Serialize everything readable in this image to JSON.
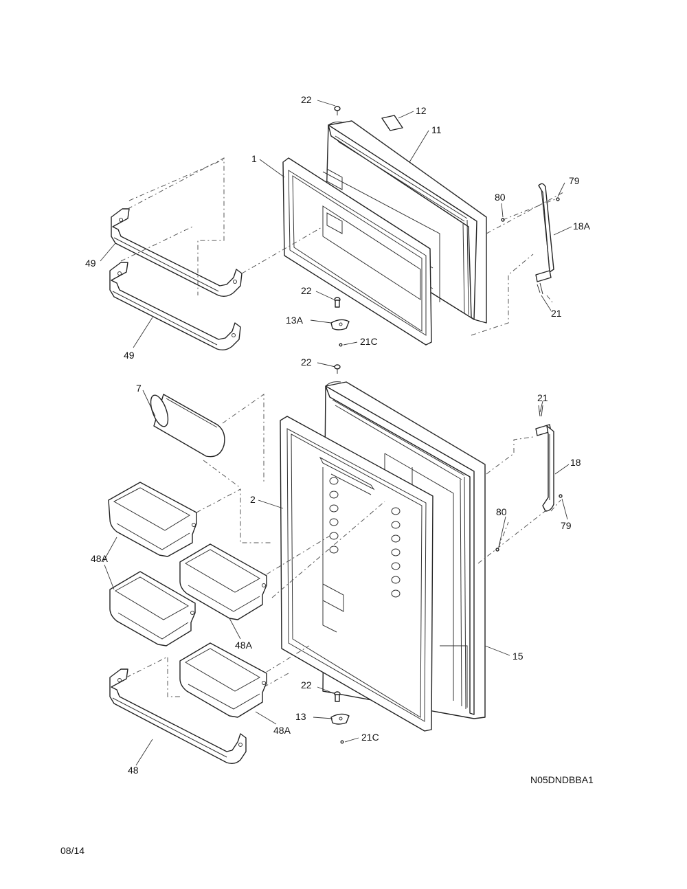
{
  "callouts": {
    "c22a": "22",
    "c12": "12",
    "c11": "11",
    "c1": "1",
    "c79a": "79",
    "c80a": "80",
    "c18a": "18A",
    "c49a": "49",
    "c22b": "22",
    "c13a": "13A",
    "c21a": "21",
    "c21ca": "21C",
    "c49b": "49",
    "c22c": "22",
    "c7": "7",
    "c21b": "21",
    "c18": "18",
    "c2": "2",
    "c80b": "80",
    "c79b": "79",
    "c48aa": "48A",
    "c48ab": "48A",
    "c15": "15",
    "c22d": "22",
    "c48ac": "48A",
    "c13": "13",
    "c21cb": "21C",
    "c48": "48"
  },
  "diagram_code": "N05DNDBBA1",
  "page_date": "08/14"
}
